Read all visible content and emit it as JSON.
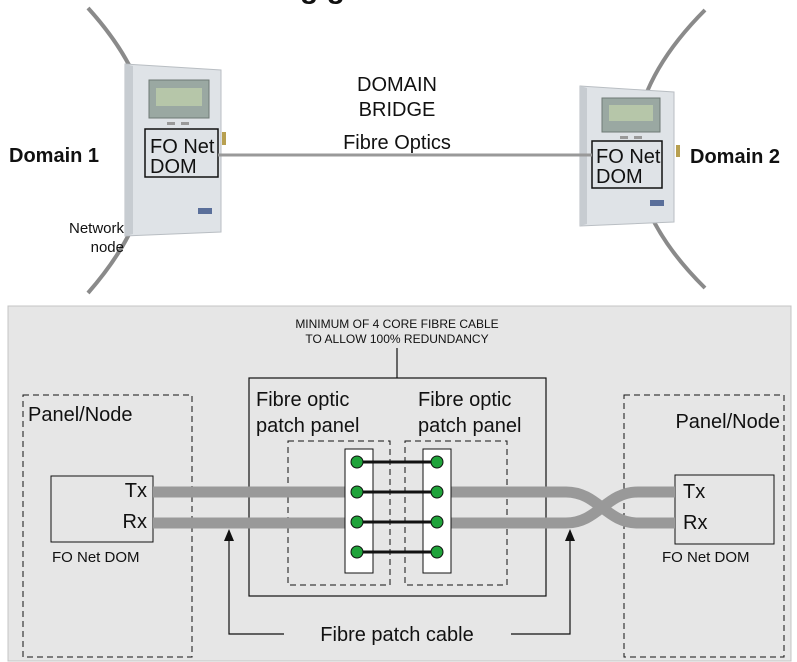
{
  "top_section": {
    "title_partial": "g   g",
    "domain_left": "Domain 1",
    "domain_right": "Domain 2",
    "bridge_line1": "DOMAIN",
    "bridge_line2": "BRIDGE",
    "bridge_medium": "Fibre Optics",
    "module_left_line1": "FO Net",
    "module_left_line2": "DOM",
    "module_right_line1": "FO Net",
    "module_right_line2": "DOM",
    "node_line1": "Network",
    "node_line2": "node"
  },
  "bottom_section": {
    "note_line1": "MINIMUM OF 4 CORE FIBRE CABLE",
    "note_line2": "TO ALLOW 100% REDUNDANCY",
    "left_panel_title": "Panel/Node",
    "right_panel_title": "Panel/Node",
    "patch_left_line1": "Fibre optic",
    "patch_left_line2": "patch panel",
    "patch_right_line1": "Fibre optic",
    "patch_right_line2": "patch panel",
    "left_tx": "Tx",
    "left_rx": "Rx",
    "right_tx": "Tx",
    "right_rx": "Rx",
    "left_module": "FO Net DOM",
    "right_module": "FO Net DOM",
    "cable_label": "Fibre patch cable"
  },
  "colors": {
    "panel_bg": "#e6e6e6",
    "cable": "#999999",
    "connector": "#1fa33a",
    "arc": "#8a8a8a"
  }
}
